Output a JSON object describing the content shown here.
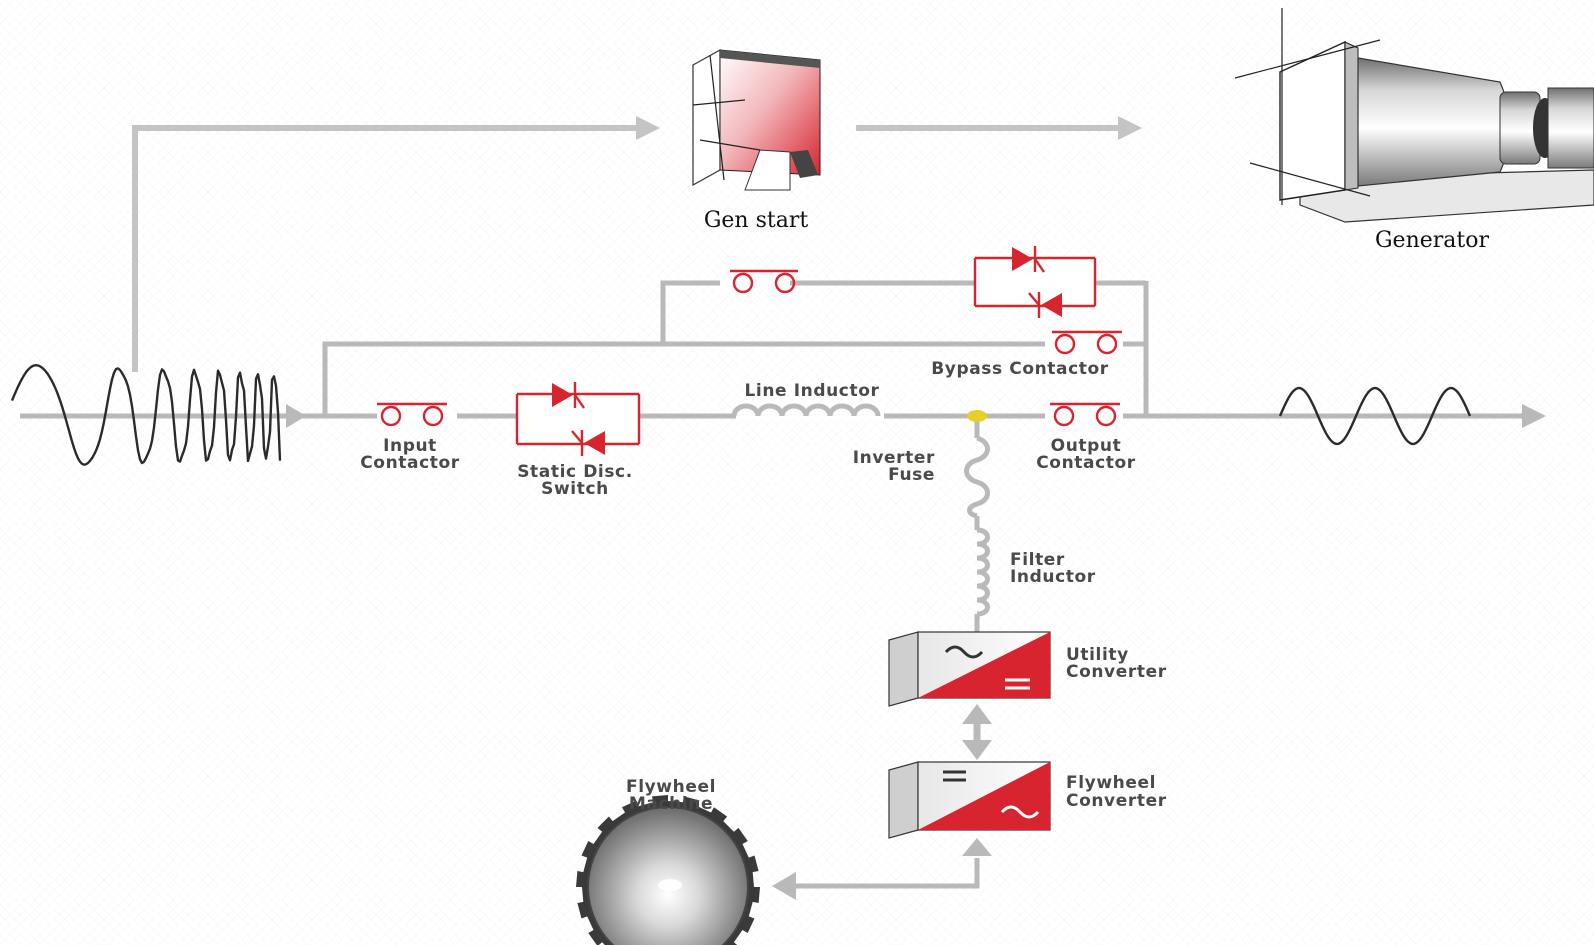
{
  "labels": {
    "gen_start": "Gen start",
    "generator": "Generator",
    "bypass_contactor": "Bypass Contactor",
    "line_inductor": "Line Inductor",
    "input_contactor": [
      "Input",
      "Contactor"
    ],
    "static_disc_switch": [
      "Static Disc.",
      "Switch"
    ],
    "inverter_fuse": [
      "Inverter",
      "Fuse"
    ],
    "output_contactor": [
      "Output",
      "Contactor"
    ],
    "filter_inductor": [
      "Filter",
      "Inductor"
    ],
    "utility_converter": [
      "Utility",
      "Converter"
    ],
    "flywheel_converter": [
      "Flywheel",
      "Converter"
    ],
    "flywheel_machine": [
      "Flywheel",
      "Machine"
    ]
  },
  "colors": {
    "accent_red": "#d8242f",
    "wire_gray": "#b9b9b9",
    "junction_yellow": "#e5cf2a"
  },
  "icons": {
    "gen_start": "gen-start-switchgear-icon",
    "generator": "generator-icon",
    "flywheel": "flywheel-disc-icon",
    "utility_converter": "ac-dc-converter-icon",
    "flywheel_converter": "dc-ac-converter-icon"
  }
}
